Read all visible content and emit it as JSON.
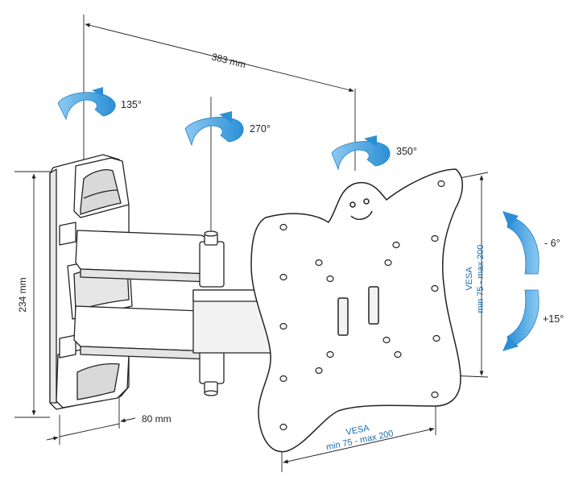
{
  "colors": {
    "line": "#222222",
    "arrow_blue": "#2b8fd6",
    "arrow_blue_light": "#8cc9f2",
    "vesa_blue": "#1b6fb0",
    "metal_fill": "#ffffff",
    "shadow": "#cfcfcf"
  },
  "icons": {
    "rotation_arrow": "curved-rotation-arrow-icon",
    "tilt_arrow": "curved-tilt-arrow-icon"
  },
  "dimensions": {
    "reach": "383 mm",
    "height": "234 mm",
    "wall_depth": "80 mm"
  },
  "rotations": {
    "wall_pivot": "135°",
    "middle_pivot": "270°",
    "plate_pivot": "350°"
  },
  "tilt": {
    "up": "- 6°",
    "down": "+15°"
  },
  "vesa": {
    "vertical_line1": "VESA",
    "vertical_line2": "min 75 - max 200",
    "horizontal_line1": "VESA",
    "horizontal_line2": "min 75 - max 200"
  }
}
